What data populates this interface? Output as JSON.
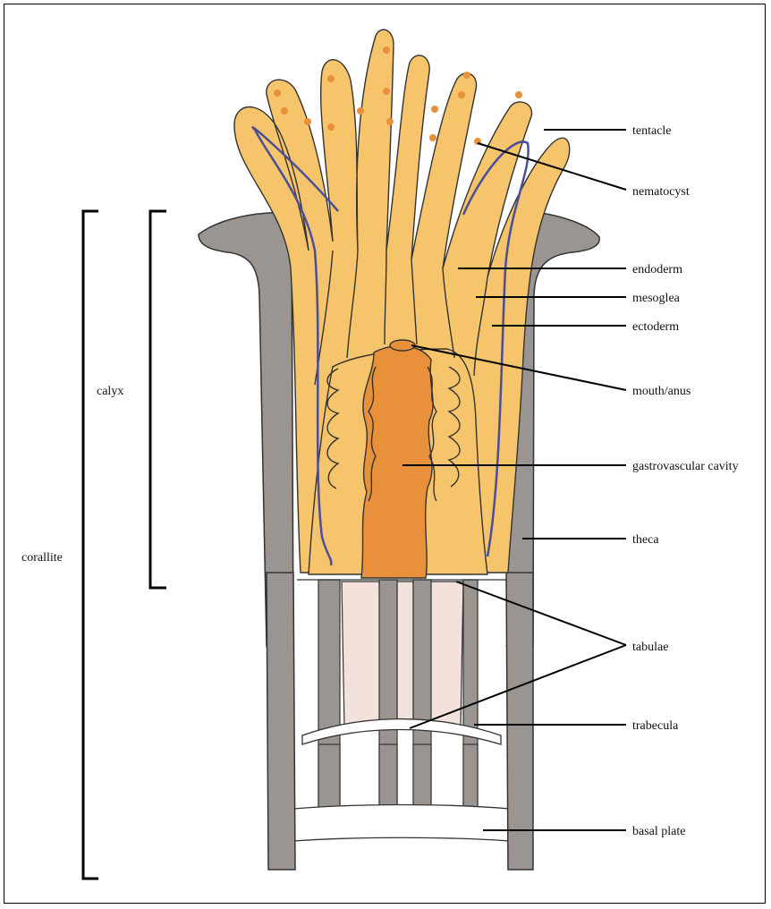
{
  "colors": {
    "wall": "#9a9590",
    "tissue": "#f6c46a",
    "cavity": "#e8913a",
    "mesoglea": "#4a4f9a",
    "tabulae_fill": "#f3e2dc",
    "outline": "#333333"
  },
  "labels": {
    "tentacle": "tentacle",
    "nematocyst": "nematocyst",
    "endoderm": "endoderm",
    "mesoglea": "mesoglea",
    "ectoderm": "ectoderm",
    "mouth_anus": "mouth/anus",
    "gastrovascular_cavity": "gastrovascular cavity",
    "theca": "theca",
    "tabulae": "tabulae",
    "trabecula": "trabecula",
    "basal_plate": "basal plate",
    "calyx": "calyx",
    "corallite": "corallite"
  }
}
